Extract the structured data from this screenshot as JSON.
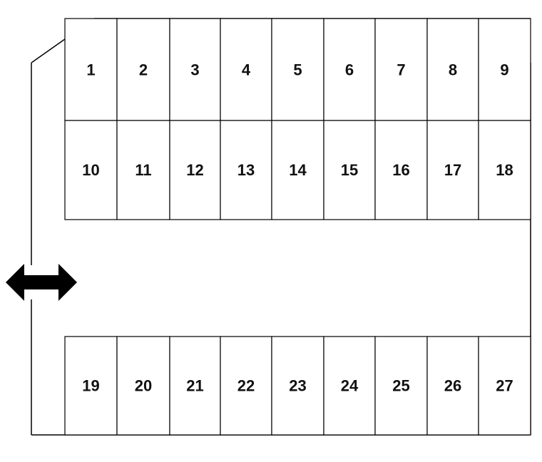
{
  "parking_lot": {
    "rows": [
      {
        "spaces": [
          "1",
          "2",
          "3",
          "4",
          "5",
          "6",
          "7",
          "8",
          "9"
        ]
      },
      {
        "spaces": [
          "10",
          "11",
          "12",
          "13",
          "14",
          "15",
          "16",
          "17",
          "18"
        ]
      },
      {
        "spaces": [
          "19",
          "20",
          "21",
          "22",
          "23",
          "24",
          "25",
          "26",
          "27"
        ]
      }
    ],
    "entrance": {
      "icon": "double-arrow-icon"
    }
  }
}
